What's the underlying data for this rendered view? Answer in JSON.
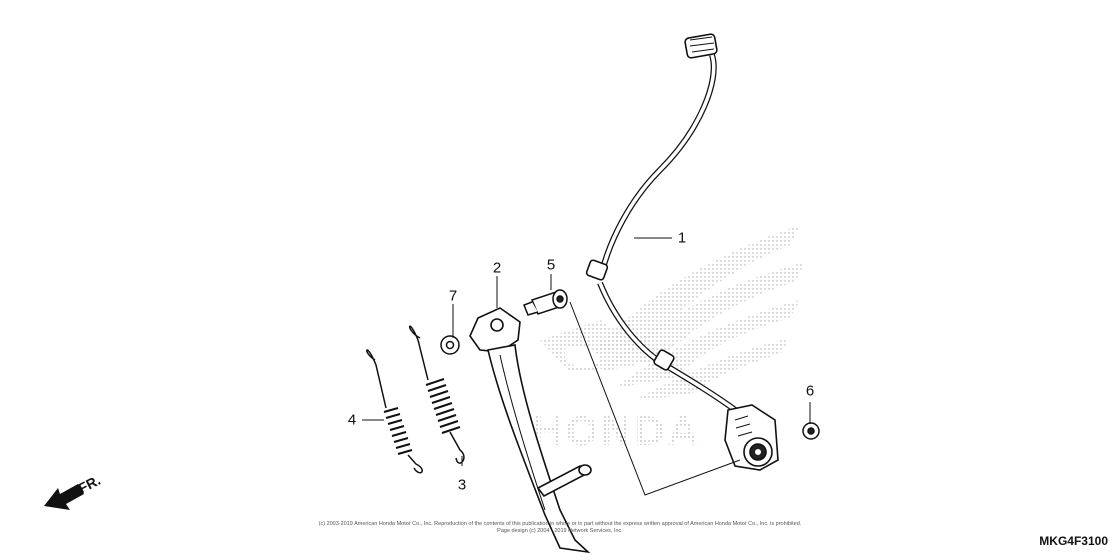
{
  "diagram": {
    "diagram_code": "MKG4F3100",
    "direction_label": "FR.",
    "copyright_line1": "(c) 2003-2019 American Honda Motor Co., Inc. Reproduction of the contents of this publication in whole or in part without the express written approval of American Honda Motor Co., Inc. is prohibited.",
    "copyright_line2": "Page design (c) 2004 - 2019 Network Services, Inc.",
    "watermark_text": "HONDA",
    "callouts": [
      {
        "id": "1",
        "label": "1"
      },
      {
        "id": "2",
        "label": "2"
      },
      {
        "id": "3",
        "label": "3"
      },
      {
        "id": "4",
        "label": "4"
      },
      {
        "id": "5",
        "label": "5"
      },
      {
        "id": "6",
        "label": "6"
      },
      {
        "id": "7",
        "label": "7"
      }
    ]
  }
}
